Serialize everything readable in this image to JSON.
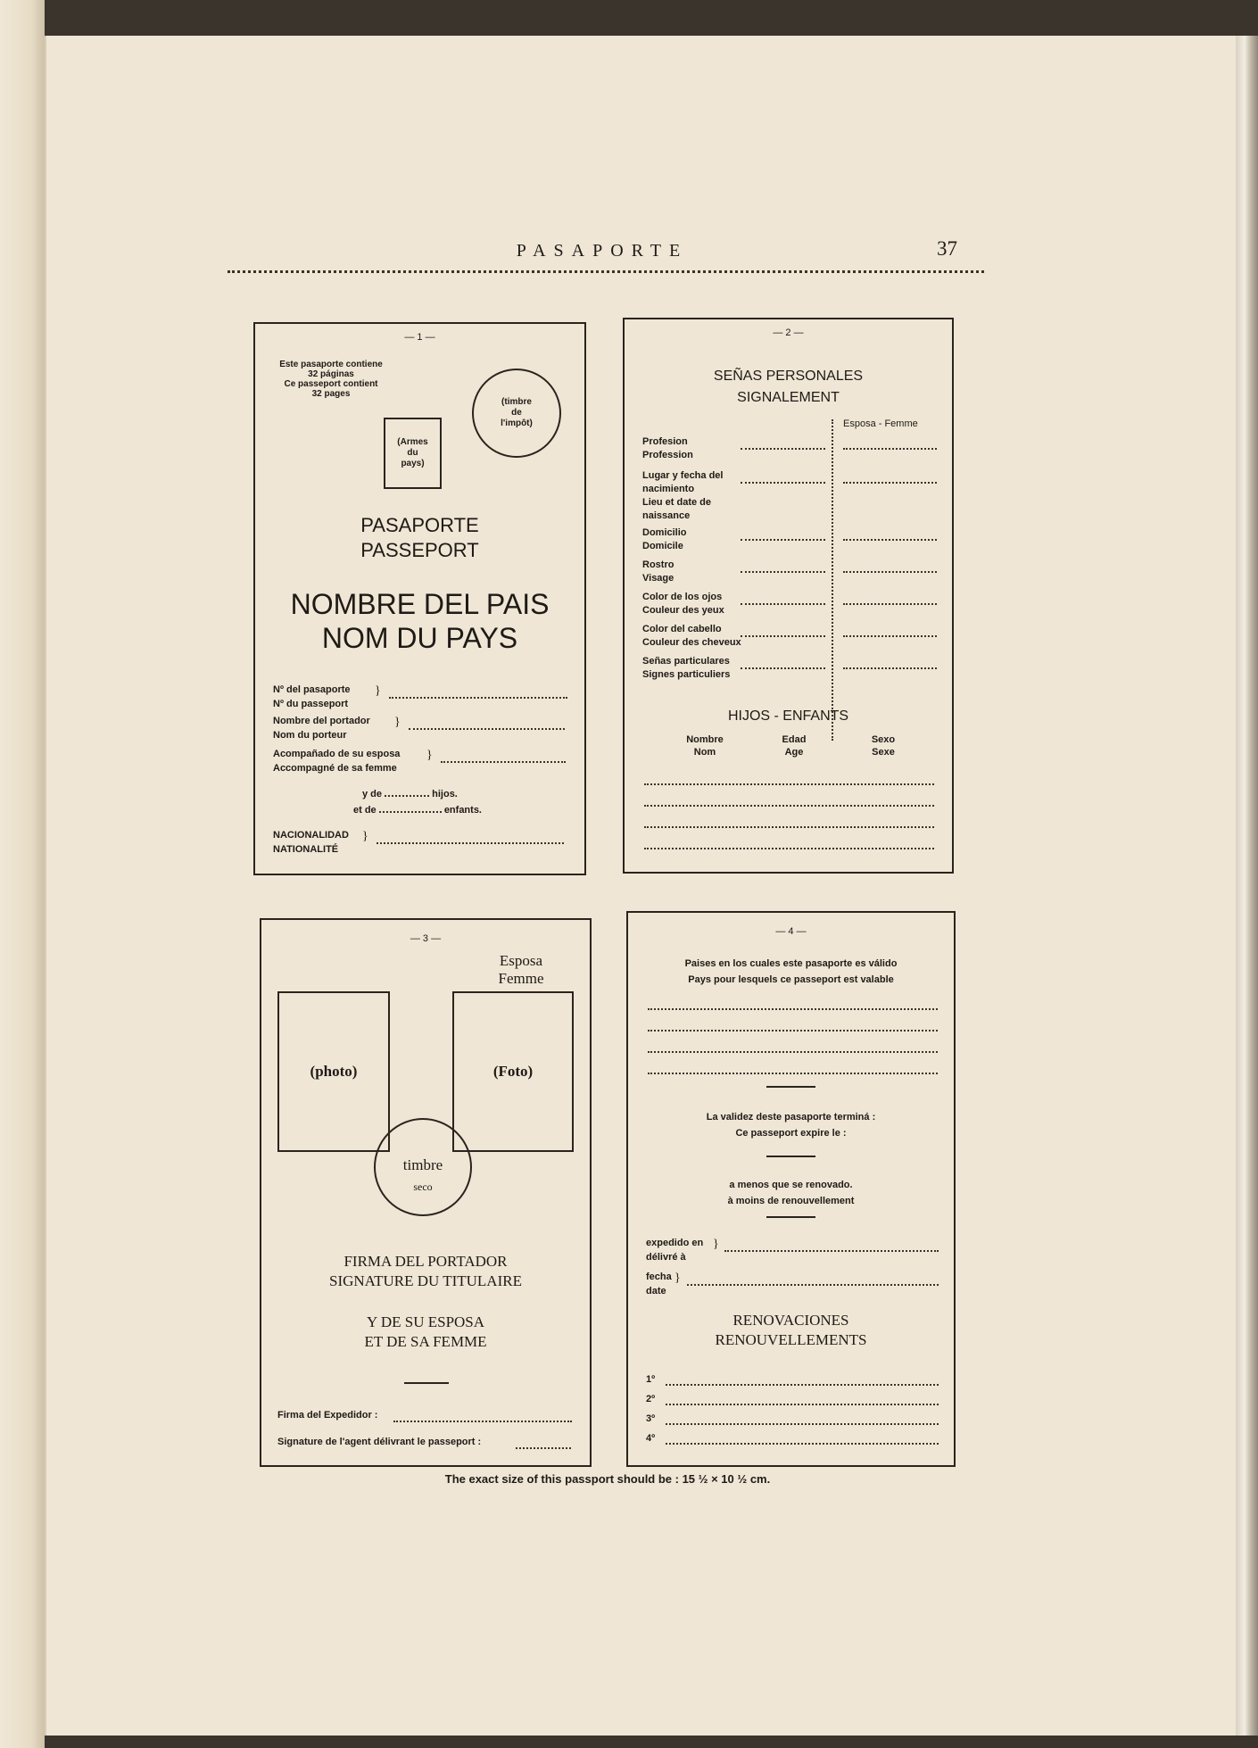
{
  "header": {
    "title": "PASAPORTE",
    "page_number": "37"
  },
  "panel1": {
    "number": "— 1 —",
    "pages_es_1": "Este pasaporte contiene",
    "pages_es_2": "32 páginas",
    "pages_fr_1": "Ce passeport contient",
    "pages_fr_2": "32 pages",
    "stamp_1": "(timbre",
    "stamp_2": "de",
    "stamp_3": "l'impôt)",
    "arms_1": "(Armes",
    "arms_2": "du",
    "arms_3": "pays)",
    "title_es": "PASAPORTE",
    "title_fr": "PASSEPORT",
    "country_es": "NOMBRE DEL PAIS",
    "country_fr": "NOM DU PAYS",
    "field_num_es": "Nº del pasaporte",
    "field_num_fr": "Nº du passeport",
    "field_name_es": "Nombre del portador",
    "field_name_fr": "Nom du porteur",
    "field_wife_es": "Acompañado de su esposa",
    "field_wife_fr": "Accompagné de sa femme",
    "children_es": "hijos.",
    "children_fr": "enfants.",
    "y_de": "y de",
    "et_de": "et de",
    "nat_es": "NACIONALIDAD",
    "nat_fr": "NATIONALITÉ"
  },
  "panel2": {
    "number": "— 2 —",
    "title_es": "SEÑAS PERSONALES",
    "title_fr": "SIGNALEMENT",
    "spouse_header": "Esposa - Femme",
    "fields": [
      {
        "es": "Profesion",
        "fr": "Profession"
      },
      {
        "es": "Lugar y fecha del nacimiento",
        "fr": "Lieu et date de naissance"
      },
      {
        "es": "Domicilio",
        "fr": "Domicile"
      },
      {
        "es": "Rostro",
        "fr": "Visage"
      },
      {
        "es": "Color de los ojos",
        "fr": "Couleur des yeux"
      },
      {
        "es": "Color del cabello",
        "fr": "Couleur des cheveux"
      },
      {
        "es": "Señas particulares",
        "fr": "Signes particuliers"
      }
    ],
    "children_title": "HIJOS - ENFANTS",
    "col_name_es": "Nombre",
    "col_name_fr": "Nom",
    "col_age_es": "Edad",
    "col_age_fr": "Age",
    "col_sex_es": "Sexo",
    "col_sex_fr": "Sexe"
  },
  "panel3": {
    "number": "— 3 —",
    "spouse_es": "Esposa",
    "spouse_fr": "Femme",
    "photo_left": "(photo)",
    "photo_right": "(Foto)",
    "seal_1": "timbre",
    "seal_2": "seco",
    "sig_es": "FIRMA DEL PORTADOR",
    "sig_fr": "SIGNATURE DU TITULAIRE",
    "wife_es": "Y DE SU ESPOSA",
    "wife_fr": "ET DE SA FEMME",
    "issuer_es": "Firma del Expedidor :",
    "issuer_fr": "Signature de l'agent délivrant le passeport :"
  },
  "panel4": {
    "number": "— 4 —",
    "valid_es": "Paises en los cuales este pasaporte es válido",
    "valid_fr": "Pays pour lesquels ce passeport est valable",
    "expiry_es": "La validez deste pasaporte terminá :",
    "expiry_fr": "Ce passeport expire le :",
    "renew_es": "a menos que se renovado.",
    "renew_fr": "à moins de renouvellement",
    "issued_es": "expedido en",
    "issued_fr": "délivré à",
    "date_es": "fecha",
    "date_fr": "date",
    "renew_title_es": "RENOVACIONES",
    "renew_title_fr": "RENOUVELLEMENTS",
    "renewals": [
      "1º",
      "2º",
      "3º",
      "4º"
    ]
  },
  "footer_note": "The exact size of this passport should be : 15 ½ × 10 ½ cm."
}
